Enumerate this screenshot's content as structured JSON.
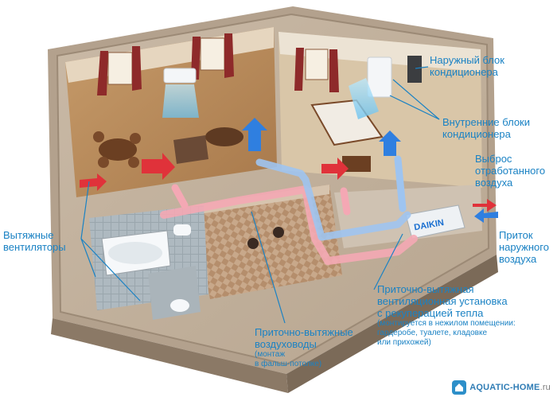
{
  "labels": {
    "outdoor_unit": [
      "Наружный блок",
      "кондиционера"
    ],
    "indoor_units": [
      "Внутренние блоки",
      "кондиционера"
    ],
    "exhaust_out": [
      "Выброс",
      "отработанного",
      "воздуха"
    ],
    "fresh_in": [
      "Приток",
      "наружного",
      "воздуха"
    ],
    "exhaust_fans": [
      "Вытяжные",
      "вентиляторы"
    ],
    "ahu": [
      "Приточно-вытяжная",
      "вентиляционная установка",
      "с рекуперацией тепла"
    ],
    "ahu_note": [
      "(монтируется в нежилом помещении:",
      "гардеробе, туалете, кладовке",
      "или прихожей)"
    ],
    "ducts": [
      "Приточно-вытяжные",
      "воздуховоды"
    ],
    "ducts_note": [
      "(монтаж",
      "в фальш-потолке)"
    ]
  },
  "unit_brand": "DAIKIN",
  "watermark": {
    "name": "AQUATIC-HOME",
    "domain": ".ru"
  },
  "colors": {
    "label": "#1a82c4",
    "supply_arrow": "#2f7fe0",
    "exhaust_arrow": "#e0323a",
    "cool_air": "#8fd3f5",
    "duct_supply": "#f4a8b4",
    "duct_extract": "#9ec4f0"
  }
}
